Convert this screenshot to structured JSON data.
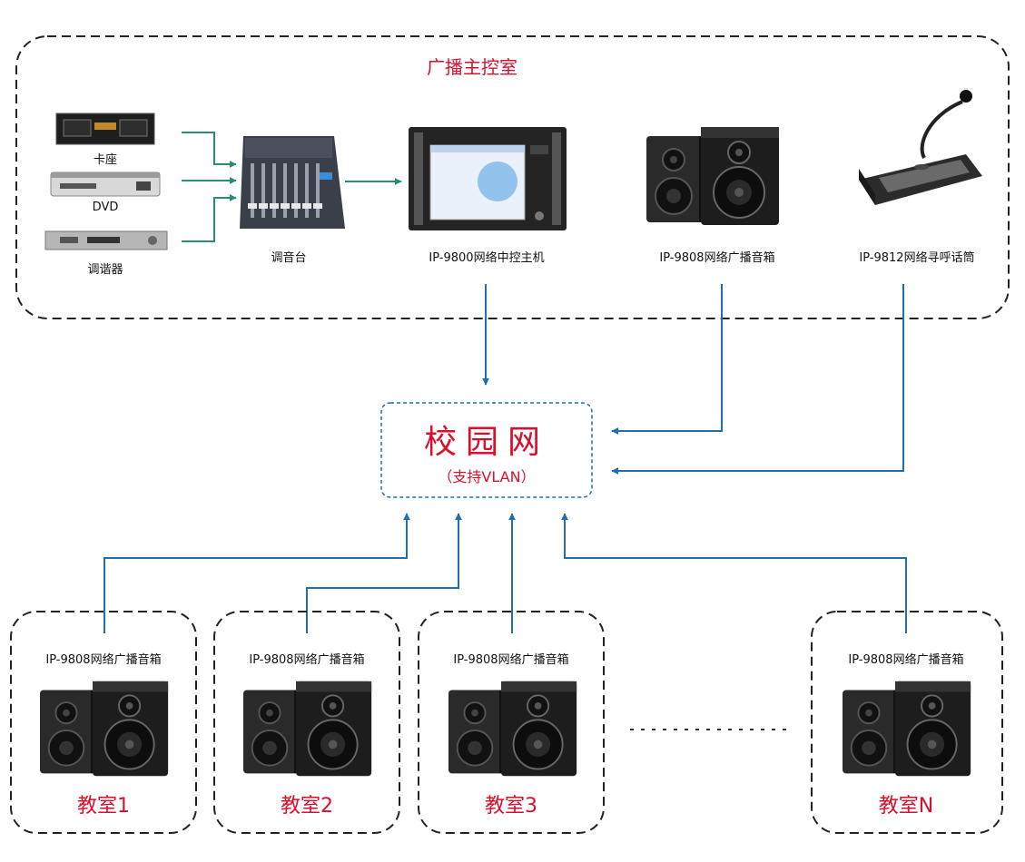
{
  "control_room": {
    "title": "广播主控室"
  },
  "sources": [
    {
      "label": "卡座",
      "icon": "cassette-deck-icon"
    },
    {
      "label": "DVD",
      "icon": "dvd-player-icon"
    },
    {
      "label": "调谐器",
      "icon": "tuner-icon"
    }
  ],
  "devices": {
    "mixer": {
      "label": "调音台",
      "icon": "mixer-icon"
    },
    "host": {
      "label": "IP-9800网络中控主机",
      "icon": "server-host-icon"
    },
    "speaker": {
      "label": "IP-9808网络广播音箱",
      "icon": "speaker-icon"
    },
    "mic": {
      "label": "IP-9812网络寻呼话筒",
      "icon": "paging-microphone-icon"
    }
  },
  "network": {
    "title": "校园网",
    "subtitle": "（支持VLAN）"
  },
  "classrooms": [
    {
      "device_label": "IP-9808网络广播音箱",
      "room": "教室1"
    },
    {
      "device_label": "IP-9808网络广播音箱",
      "room": "教室2"
    },
    {
      "device_label": "IP-9808网络广播音箱",
      "room": "教室3"
    },
    {
      "device_label": "IP-9808网络广播音箱",
      "room": "教室N"
    }
  ],
  "colors": {
    "accent_red": "#d7102e",
    "link_blue": "#1f6fb2",
    "audio_green": "#2e8b74",
    "frame": "#222222"
  }
}
